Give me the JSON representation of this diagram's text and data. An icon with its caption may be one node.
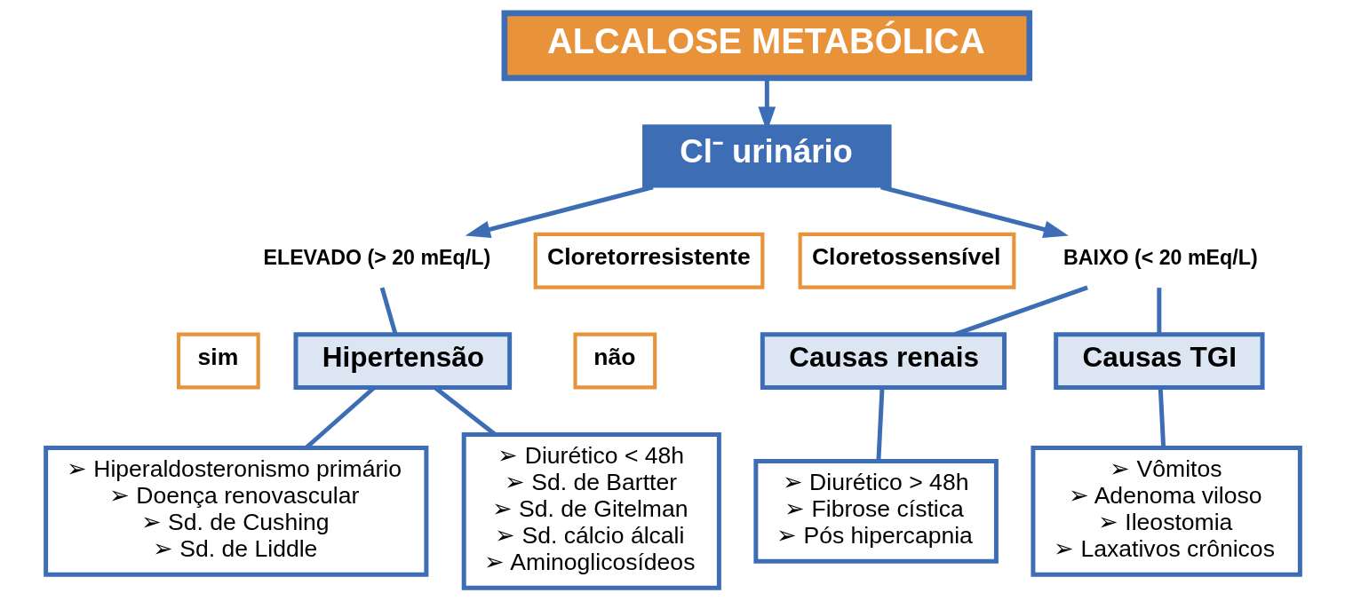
{
  "diagram": {
    "nodes": [
      {
        "text": [
          "ALCALOSE METABÓLICA"
        ]
      },
      {
        "text": [
          "Cl⁻ urinário"
        ]
      },
      {
        "text": [
          "ELEVADO (> 20 mEq/L)"
        ]
      },
      {
        "text": [
          "Cloretorresistente"
        ]
      },
      {
        "text": [
          "Cloretossensível"
        ]
      },
      {
        "text": [
          "BAIXO (< 20 mEq/L)"
        ]
      },
      {
        "text": [
          "Hipertensão"
        ]
      },
      {
        "text": [
          "sim"
        ]
      },
      {
        "text": [
          "não"
        ]
      },
      {
        "text": [
          "➢ Hiperaldosteronismo primário",
          "➢ Doença renovascular",
          "➢ Sd. de Cushing",
          "➢ Sd. de Liddle"
        ]
      },
      {
        "text": [
          "➢ Diurético < 48h",
          "➢ Sd. de Bartter",
          "➢ Sd. de Gitelman",
          "➢ Sd. cálcio álcali",
          "➢ Aminoglicosídeos"
        ]
      },
      {
        "text": [
          "Causas renais"
        ]
      },
      {
        "text": [
          "Causas TGI"
        ]
      },
      {
        "text": [
          "➢ Diurético > 48h",
          "➢ Fibrose cística",
          "➢ Pós hipercapnia"
        ]
      },
      {
        "text": [
          "➢ Vômitos",
          "➢ Adenoma viloso",
          "➢ Ileostomia",
          "➢ Laxativos crônicos"
        ]
      }
    ],
    "edges": [
      {
        "from": 0,
        "to": 1,
        "arrow": "to"
      },
      {
        "from": 1,
        "to": 2,
        "arrow": "to"
      },
      {
        "from": 1,
        "to": 5,
        "arrow": "to"
      },
      {
        "from": 2,
        "to": 6,
        "arrow": "none"
      },
      {
        "from": 6,
        "to": 9,
        "arrow": "none"
      },
      {
        "from": 6,
        "to": 10,
        "arrow": "none"
      },
      {
        "from": 5,
        "to": 11,
        "arrow": "none"
      },
      {
        "from": 5,
        "to": 12,
        "arrow": "none"
      },
      {
        "from": 11,
        "to": 13,
        "arrow": "none"
      },
      {
        "from": 12,
        "to": 14,
        "arrow": "none"
      }
    ]
  }
}
